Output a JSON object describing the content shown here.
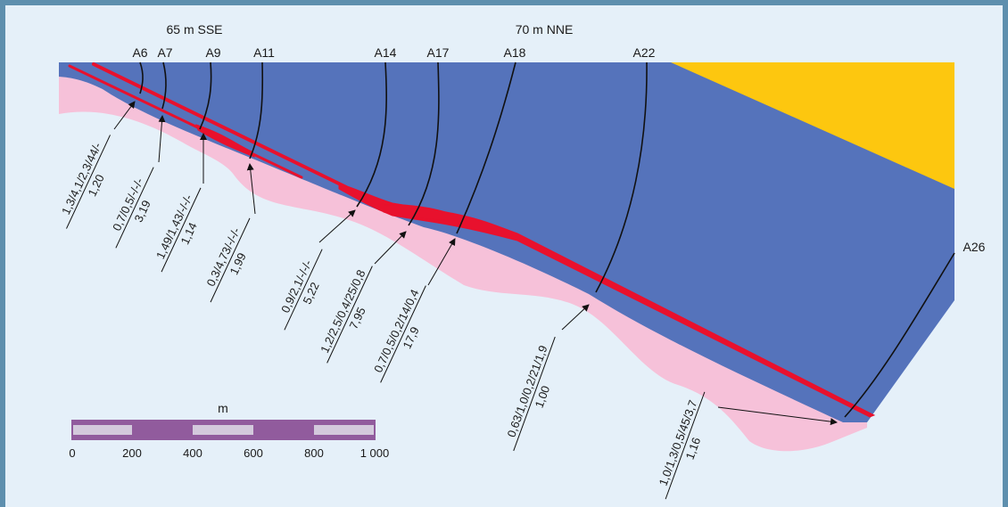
{
  "section_labels": {
    "left_offset": "65 m SSE",
    "right_offset": "70 m NNE"
  },
  "drillholes": [
    {
      "id": "A6",
      "label": "A6"
    },
    {
      "id": "A7",
      "label": "A7"
    },
    {
      "id": "A9",
      "label": "A9"
    },
    {
      "id": "A11",
      "label": "A11"
    },
    {
      "id": "A14",
      "label": "A14"
    },
    {
      "id": "A17",
      "label": "A17"
    },
    {
      "id": "A18",
      "label": "A18"
    },
    {
      "id": "A22",
      "label": "A22"
    },
    {
      "id": "A26",
      "label": "A26"
    }
  ],
  "intercepts": [
    {
      "hole": "A6",
      "grades": "1,3/4,1/2,3/44/-",
      "thickness": "1,20"
    },
    {
      "hole": "A7",
      "grades": "0,7/0,5/-/-/-",
      "thickness": "3,19"
    },
    {
      "hole": "A9",
      "grades": "1,49/1,43/-/-/-",
      "thickness": "1,14"
    },
    {
      "hole": "A11",
      "grades": "0,3/4,73/-/-/-",
      "thickness": "1,99"
    },
    {
      "hole": "A14",
      "grades": "0,9/2,1/-/-/-",
      "thickness": "5,22"
    },
    {
      "hole": "A17",
      "grades": "1,2/2,5/0,4/25/0,8",
      "thickness": "7,95"
    },
    {
      "hole": "A18",
      "grades": "0,7/0,5/0,2/14/0,4",
      "thickness": "17,9"
    },
    {
      "hole": "A22",
      "grades": "0,63/1,0/0,2/21/1,9",
      "thickness": "1,00"
    },
    {
      "hole": "A26",
      "grades": "1,0/1,3/0,5/45/3,7",
      "thickness": "1,16"
    }
  ],
  "scale_bar": {
    "unit": "m",
    "ticks": [
      "0",
      "200",
      "400",
      "600",
      "800",
      "1 000"
    ]
  },
  "colors": {
    "background": "#e5f0f9",
    "frame": "#5e8fae",
    "host_rock": "#5573bb",
    "lower_unit": "#f6c1d9",
    "upper_unit": "#fdc70f",
    "ore": "#e8112d",
    "scale_light": "#d3c9dc",
    "scale_dark": "#915b9d"
  }
}
